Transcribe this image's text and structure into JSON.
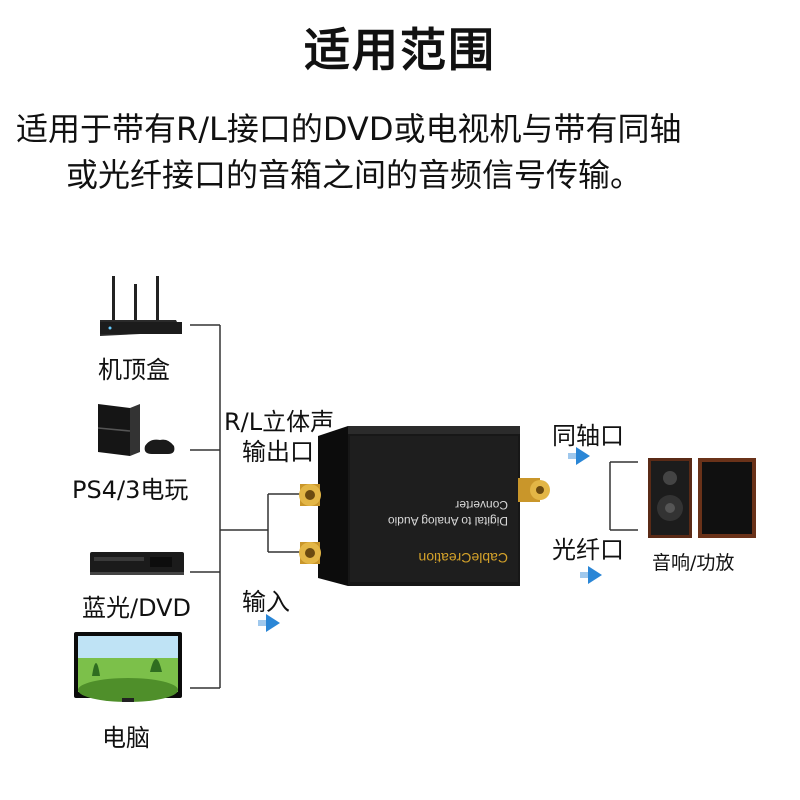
{
  "header": {
    "title": "适用范围",
    "description_line1": "适用于带有R/L接口的DVD或电视机与带有同轴",
    "description_line2": "或光纤接口的音箱之间的音频信号传输。"
  },
  "sources": [
    {
      "label": "机顶盒",
      "icon": "router-icon"
    },
    {
      "label": "PS4/3电玩",
      "icon": "game-console-icon"
    },
    {
      "label": "蓝光/DVD",
      "icon": "dvd-player-icon"
    },
    {
      "label": "电脑",
      "icon": "monitor-icon"
    }
  ],
  "connector_labels": {
    "rl_line1": "R/L立体声",
    "rl_line2": "输出口",
    "input": "输入",
    "coaxial": "同轴口",
    "optical": "光纤口"
  },
  "device": {
    "brand": "CableCreation",
    "model_line1": "Digital to Analog Audio",
    "model_line2": "Converter"
  },
  "output": {
    "label": "音响/功放",
    "icon": "speaker-icon"
  },
  "colors": {
    "arrow": "#2a86d6",
    "gold": "#d4a22a",
    "device": "#1a1a1a"
  }
}
